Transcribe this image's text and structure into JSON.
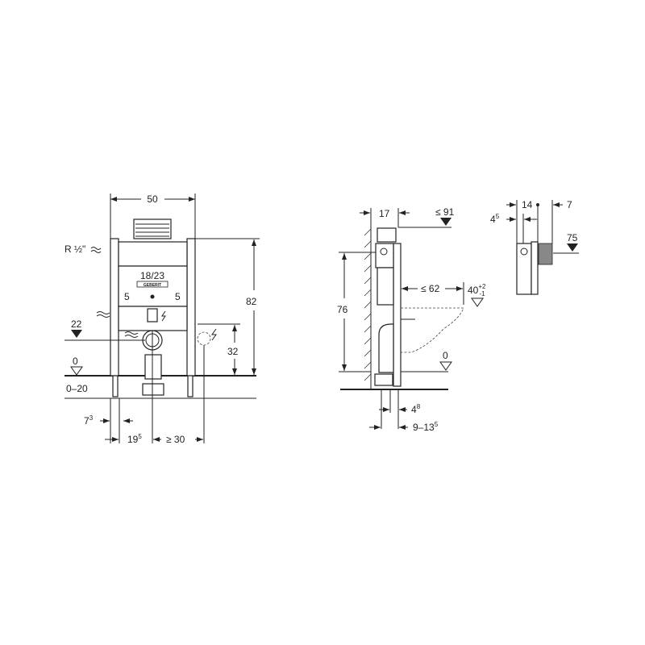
{
  "front_view": {
    "width": "50",
    "connection": "R ½\"",
    "inner_width": "18/23",
    "brand": "GEBERIT",
    "offset_left": "5",
    "offset_right": "5",
    "height_total": "82",
    "level_22": "22",
    "height_32": "32",
    "level_0": "0",
    "floor_range": "0–20",
    "dim_7": "7",
    "dim_7_sup": "3",
    "dim_19": "19",
    "dim_19_sup": "5",
    "dim_30": "≥ 30"
  },
  "side_view": {
    "depth": "17",
    "max_91": "≤ 91",
    "height_76": "76",
    "max_62": "≤ 62",
    "seat": "40",
    "seat_tol_up": "+2",
    "seat_tol_down": "-1",
    "level_0": "0",
    "dim_4": "4",
    "dim_4_sup": "8",
    "dim_9": "9–13",
    "dim_9_sup": "5"
  },
  "detail_view": {
    "dim_14": "14",
    "dim_4": "4",
    "dim_4_sup": "5",
    "dim_7": "7",
    "level_75": "75"
  }
}
